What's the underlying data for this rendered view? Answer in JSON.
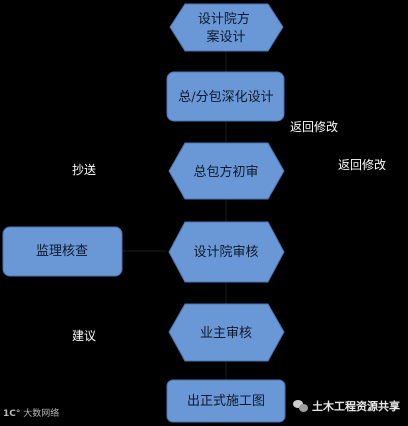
{
  "nodes": {
    "start": "设计院方\n案设计",
    "step1": "总/分包深化设计",
    "step2": "总包方初审",
    "side": "监理核查",
    "step3": "设计院审核",
    "step4": "业主审核",
    "end": "出正式施工图"
  },
  "edge_labels": {
    "return_1": "返回修改",
    "return_2": "返回修改",
    "copy": "抄送",
    "suggest": "建议"
  },
  "watermarks": {
    "left": "大数网络",
    "right": "土木工程资源共享"
  },
  "colors": {
    "node_fill": "#6a97d6",
    "node_stroke": "#4a74b0",
    "background": "#000000"
  }
}
